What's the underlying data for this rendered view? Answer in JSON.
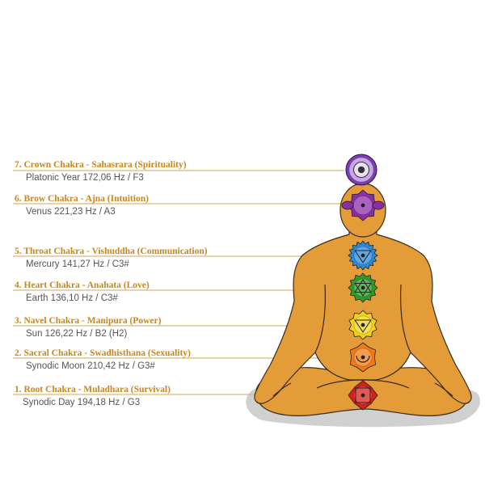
{
  "colors": {
    "body": "#e39c38",
    "body_shadow": "#bcbcbc",
    "outline": "#3a2a1a",
    "title_text": "#c8861c",
    "sub_text": "#555555",
    "leader_line": "#c8861c"
  },
  "chakras": [
    {
      "title": "7. Crown Chakra - Sahasrara (Spirituality)",
      "sub": "Platonic Year 172,06 Hz / F3",
      "color": "#7b3fb0",
      "icon": "crown-chakra-symbol"
    },
    {
      "title": "6. Brow Chakra - Ajna (Intuition)",
      "sub": "Venus 221,23 Hz / A3",
      "color": "#8a2ea8",
      "icon": "brow-chakra-symbol"
    },
    {
      "title": "5. Throat Chakra - Vishuddha (Communication)",
      "sub": "Mercury 141,27 Hz / C3#",
      "color": "#2a8ad8",
      "icon": "throat-chakra-symbol"
    },
    {
      "title": "4. Heart Chakra - Anahata (Love)",
      "sub": "Earth 136,10 Hz / C3#",
      "color": "#2f9a2a",
      "icon": "heart-chakra-symbol"
    },
    {
      "title": "3. Navel Chakra - Manipura (Power)",
      "sub": "Sun 126,22 Hz / B2 (H2)",
      "color": "#f2d21a",
      "icon": "navel-chakra-symbol"
    },
    {
      "title": "2. Sacral Chakra - Swadhisthana (Sexuality)",
      "sub": "Synodic Moon 210,42 Hz / G3#",
      "color": "#f07a16",
      "icon": "sacral-chakra-symbol"
    },
    {
      "title": "1. Root Chakra - Muladhara (Survival)",
      "sub": "Synodic Day 194,18 Hz / G3",
      "color": "#d82018",
      "icon": "root-chakra-symbol"
    }
  ]
}
